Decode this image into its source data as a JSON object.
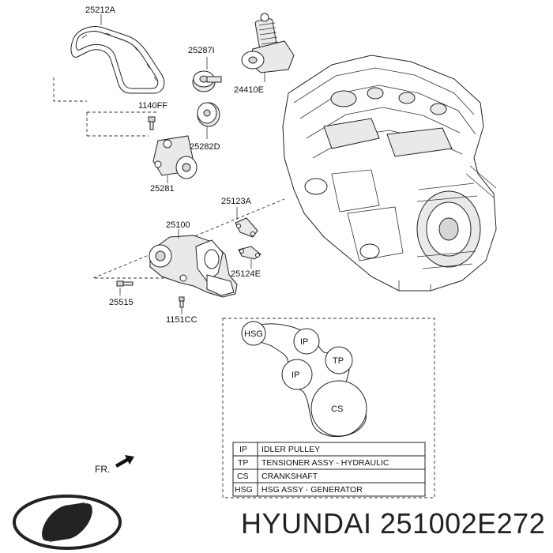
{
  "part_labels": {
    "belt": "25212A",
    "idler_top": "25287I",
    "tensioner_hydraulic": "24410E",
    "bolt_1140": "1140FF",
    "pulley_25282": "25282D",
    "bracket_25281": "25281",
    "gasket_25123": "25123A",
    "water_pump": "25100",
    "fitting_25124": "25124E",
    "bolt_25515": "25515",
    "bolt_1151": "1151CC"
  },
  "belt_diagram": {
    "circles": [
      "HSG",
      "IP",
      "TP",
      "IP",
      "CS"
    ]
  },
  "legend": {
    "rows": [
      {
        "code": "IP",
        "desc": "IDLER PULLEY"
      },
      {
        "code": "TP",
        "desc": "TENSIONER ASSY - HYDRAULIC"
      },
      {
        "code": "CS",
        "desc": "CRANKSHAFT"
      },
      {
        "code": "HSG",
        "desc": "HSG ASSY - GENERATOR"
      }
    ]
  },
  "front_marker": "FR.",
  "logo": {
    "name": "hyundai-logo-icon"
  },
  "caption": "HYUNDAI 251002E272"
}
